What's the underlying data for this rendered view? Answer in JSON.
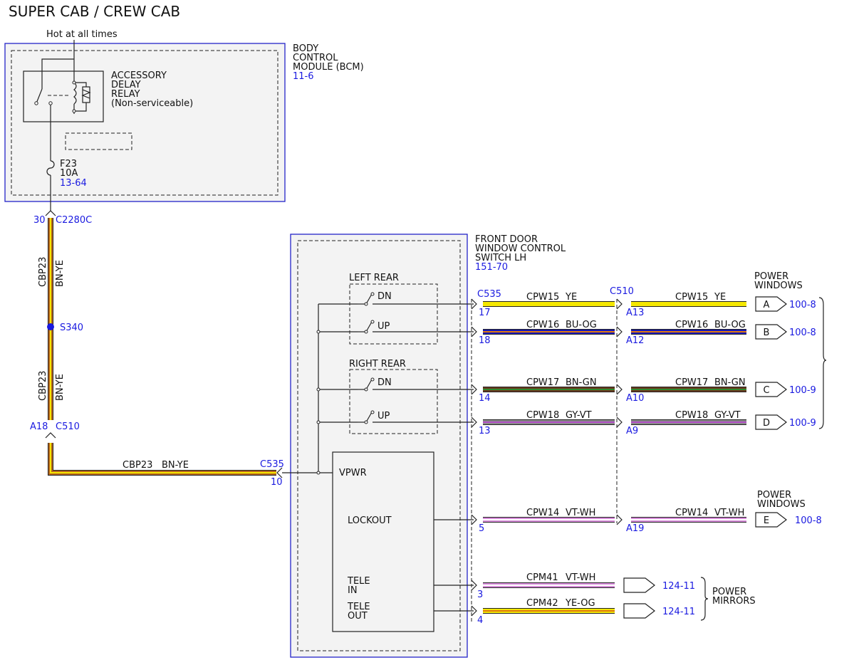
{
  "title": "SUPER CAB / CREW CAB",
  "hot_label": "Hot at all times",
  "bcm": {
    "name_lines": [
      "BODY",
      "CONTROL",
      "MODULE (BCM)"
    ],
    "ref": "11-6",
    "relay_lines": [
      "ACCESSORY",
      "DELAY",
      "RELAY",
      "(Non-serviceable)"
    ],
    "fuse_lines": [
      "F23",
      "10A"
    ],
    "fuse_ref": "13-64"
  },
  "switch_module": {
    "name_lines": [
      "FRONT DOOR",
      "WINDOW CONTROL",
      "SWITCH LH"
    ],
    "ref": "151-70",
    "left_rear": "LEFT REAR",
    "right_rear": "RIGHT REAR",
    "dn": "DN",
    "up": "UP",
    "vpwr": "VPWR",
    "lockout": "LOCKOUT",
    "tele_in": [
      "TELE",
      "IN"
    ],
    "tele_out": [
      "TELE",
      "OUT"
    ]
  },
  "feed": {
    "c2280c_pin": "30",
    "c2280c": "C2280C",
    "circuit": "CBP23",
    "color": "BN-YE",
    "splice": "S340",
    "c510_pin": "A18",
    "c510": "C510",
    "c535": "C535",
    "c535_pin": "10"
  },
  "connectors": {
    "c535": "C535",
    "c510": "C510"
  },
  "rows": [
    {
      "pin_a": "17",
      "circuit": "CPW15",
      "color": "YE",
      "pin_b": "A13",
      "dest": "A",
      "ref": "100-8",
      "colors": [
        "#f5e800",
        "#f5e800"
      ]
    },
    {
      "pin_a": "18",
      "circuit": "CPW16",
      "color": "BU-OG",
      "pin_b": "A12",
      "dest": "B",
      "ref": "100-8",
      "colors": [
        "#1818b8",
        "#e07a10"
      ]
    },
    {
      "pin_a": "14",
      "circuit": "CPW17",
      "color": "BN-GN",
      "pin_b": "A10",
      "dest": "C",
      "ref": "100-9",
      "colors": [
        "#6b3a1f",
        "#2e8b2e"
      ]
    },
    {
      "pin_a": "13",
      "circuit": "CPW18",
      "color": "GY-VT",
      "pin_b": "A9",
      "dest": "D",
      "ref": "100-9",
      "colors": [
        "#8a8a8a",
        "#b44fc8"
      ]
    },
    {
      "pin_a": "5",
      "circuit": "CPW14",
      "color": "VT-WH",
      "pin_b": "A19",
      "dest": "E",
      "ref": "100-8",
      "colors": [
        "#d58ad8",
        "#ffffff"
      ]
    }
  ],
  "mirrors": [
    {
      "pin": "3",
      "circuit": "CPM41",
      "color": "VT-WH",
      "ref": "124-11",
      "colors": [
        "#d58ad8",
        "#ffffff"
      ]
    },
    {
      "pin": "4",
      "circuit": "CPM42",
      "color": "YE-OG",
      "ref": "124-11",
      "colors": [
        "#f5e800",
        "#e07a10"
      ]
    }
  ],
  "groups": {
    "power_windows": [
      "POWER",
      "WINDOWS"
    ],
    "power_mirrors": [
      "POWER",
      "MIRRORS"
    ]
  },
  "feed_colors": [
    "#b5651d",
    "#f5e800"
  ]
}
